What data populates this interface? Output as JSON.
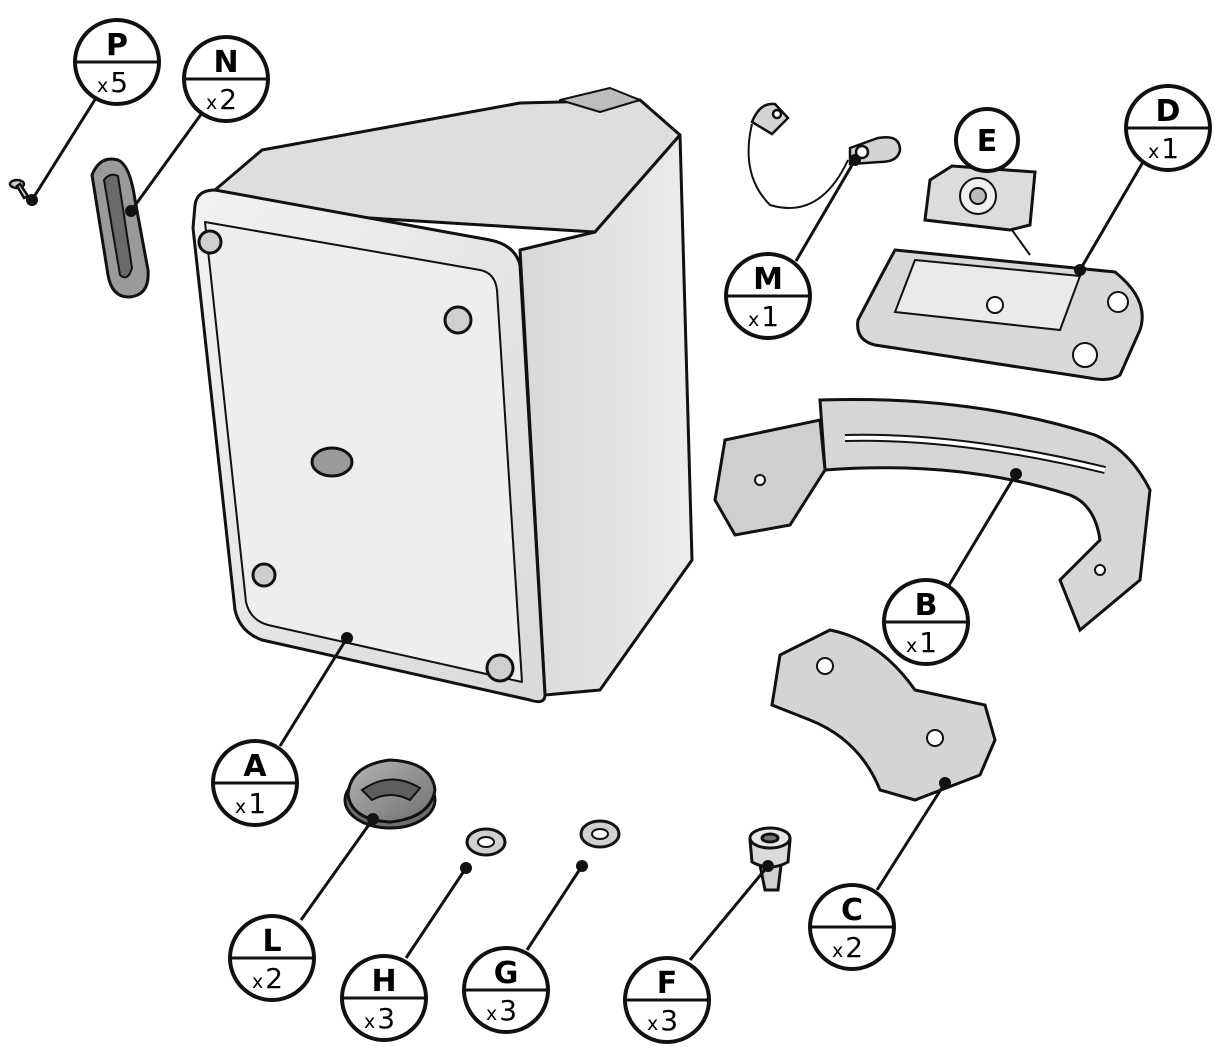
{
  "parts": [
    {
      "id": "P",
      "letter": "P",
      "qty": "5",
      "x_mark": "x"
    },
    {
      "id": "N",
      "letter": "N",
      "qty": "2",
      "x_mark": "x"
    },
    {
      "id": "E",
      "letter": "E"
    },
    {
      "id": "D",
      "letter": "D",
      "qty": "1",
      "x_mark": "x"
    },
    {
      "id": "M",
      "letter": "M",
      "qty": "1",
      "x_mark": "x"
    },
    {
      "id": "B",
      "letter": "B",
      "qty": "1",
      "x_mark": "x"
    },
    {
      "id": "A",
      "letter": "A",
      "qty": "1",
      "x_mark": "x"
    },
    {
      "id": "C",
      "letter": "C",
      "qty": "2",
      "x_mark": "x"
    },
    {
      "id": "L",
      "letter": "L",
      "qty": "2",
      "x_mark": "x"
    },
    {
      "id": "H",
      "letter": "H",
      "qty": "3",
      "x_mark": "x"
    },
    {
      "id": "G",
      "letter": "G",
      "qty": "3",
      "x_mark": "x"
    },
    {
      "id": "F",
      "letter": "F",
      "qty": "3",
      "x_mark": "x"
    }
  ],
  "colors": {
    "line": "#111111",
    "body": "#e9e9e9",
    "body_shade": "#cfcfcf",
    "metal": "#dcdcdc",
    "dark_part": "#8a8a8a"
  }
}
